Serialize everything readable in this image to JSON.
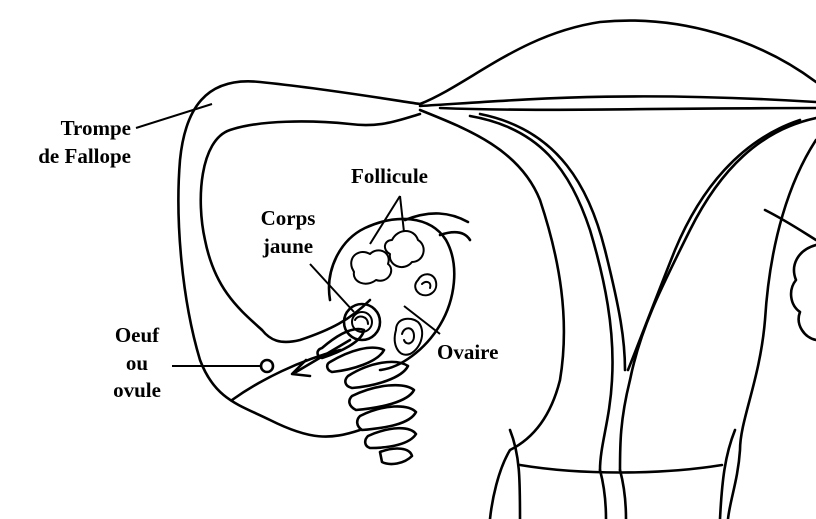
{
  "labels": {
    "trompe_line1": "Trompe",
    "trompe_line2": "de Fallope",
    "follicule": "Follicule",
    "corps_line1": "Corps",
    "corps_line2": "jaune",
    "oeuf_line1": "Oeuf",
    "oeuf_line2": "ou",
    "oeuf_line3": "ovule",
    "ovaire": "Ovaire"
  }
}
